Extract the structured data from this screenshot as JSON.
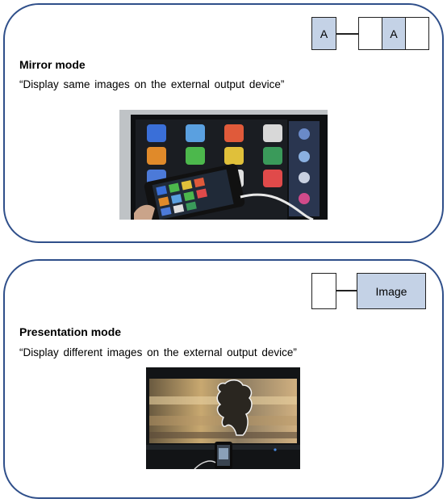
{
  "mirror": {
    "title": "Mirror mode",
    "description": "“Display  same  images  on  the  external  output  device”",
    "diagram": {
      "source_label": "A",
      "output_label": "A"
    }
  },
  "presentation": {
    "title": "Presentation mode",
    "description": "“Display  different  images  on  the  external  output  device”",
    "diagram": {
      "output_label": "Image"
    }
  },
  "colors": {
    "panel_border": "#2f4f8a",
    "box_fill": "#c4d2e6"
  }
}
